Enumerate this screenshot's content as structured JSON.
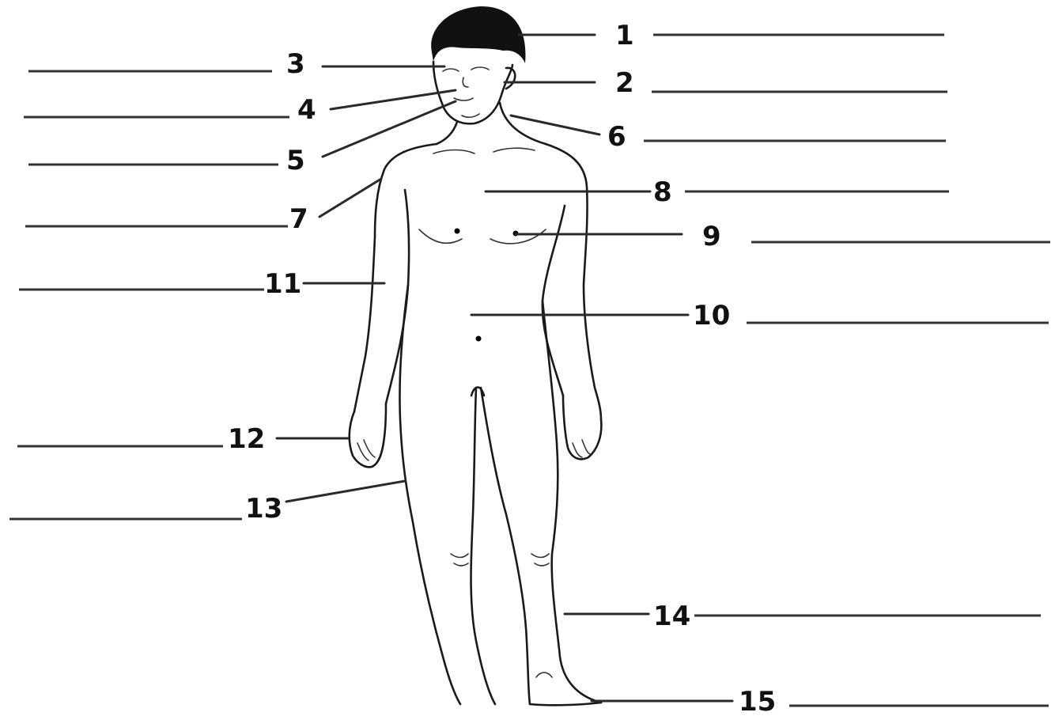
{
  "labels": [
    "1",
    "2",
    "3",
    "4",
    "5",
    "6",
    "7",
    "8",
    "9",
    "10",
    "11",
    "12",
    "13",
    "14",
    "15"
  ]
}
